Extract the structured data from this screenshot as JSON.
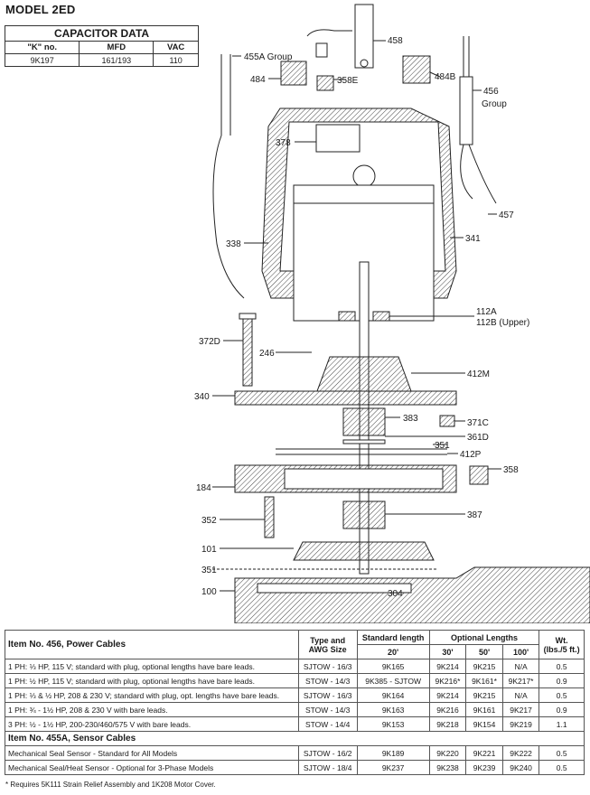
{
  "model": {
    "title": "MODEL 2ED"
  },
  "capacitor": {
    "title": "CAPACITOR DATA",
    "headers": [
      "\"K\" no.",
      "MFD",
      "VAC"
    ],
    "rows": [
      [
        "9K197",
        "161/193",
        "110"
      ]
    ]
  },
  "diagram": {
    "labels": {
      "l458": "458",
      "l455a": "455A Group",
      "l484": "484",
      "l358e": "358E",
      "l484b": "484B",
      "l456": "456",
      "l456g": "Group",
      "l378": "378",
      "l457": "457",
      "l338": "338",
      "l341": "341",
      "l112a": "112A",
      "l112b": "112B (Upper)",
      "l372d": "372D",
      "l246": "246",
      "l412m": "412M",
      "l340": "340",
      "l383": "383",
      "l371c": "371C",
      "l361d": "361D",
      "l351a": "351",
      "l412p": "412P",
      "l358": "358",
      "l184": "184",
      "l387": "387",
      "l352": "352",
      "l101": "101",
      "l351b": "351",
      "l100": "100",
      "l304": "304"
    }
  },
  "parts_table": {
    "section456": "Item No. 456, Power Cables",
    "h_type": "Type and",
    "h_awg": "AWG Size",
    "h_std": "Standard length",
    "h_std_len": "20'",
    "h_opt": "Optional Lengths",
    "h_30": "30'",
    "h_50": "50'",
    "h_100": "100'",
    "h_wt": "Wt.",
    "h_wt2": "(lbs./5 ft.)",
    "rows456": [
      [
        "1 PH: ⅓ HP, 115 V; standard with plug, optional lengths have bare leads.",
        "SJTOW - 16/3",
        "9K165",
        "9K214",
        "9K215",
        "N/A",
        "0.5"
      ],
      [
        "1 PH: ½ HP, 115 V; standard with plug, optional lengths have bare leads.",
        "STOW - 14/3",
        "9K385 - SJTOW",
        "9K216*",
        "9K161*",
        "9K217*",
        "0.9"
      ],
      [
        "1 PH: ⅓ & ½ HP, 208 & 230 V; standard with plug, opt. lengths have bare leads.",
        "SJTOW - 16/3",
        "9K164",
        "9K214",
        "9K215",
        "N/A",
        "0.5"
      ],
      [
        "1 PH: ¾ - 1½ HP, 208 & 230 V with bare leads.",
        "STOW - 14/3",
        "9K163",
        "9K216",
        "9K161",
        "9K217",
        "0.9"
      ],
      [
        "3 PH: ½ - 1½ HP, 200-230/460/575 V with bare leads.",
        "STOW - 14/4",
        "9K153",
        "9K218",
        "9K154",
        "9K219",
        "1.1"
      ]
    ],
    "section455a": "Item No. 455A, Sensor Cables",
    "rows455a": [
      [
        "Mechanical Seal Sensor - Standard for All Models",
        "SJTOW - 16/2",
        "9K189",
        "9K220",
        "9K221",
        "9K222",
        "0.5"
      ],
      [
        "Mechanical Seal/Heat Sensor - Optional for 3-Phase Models",
        "SJTOW - 18/4",
        "9K237",
        "9K238",
        "9K239",
        "9K240",
        "0.5"
      ]
    ]
  },
  "footnote": "* Requires 5K111 Strain Relief Assembly and 1K208 Motor Cover."
}
